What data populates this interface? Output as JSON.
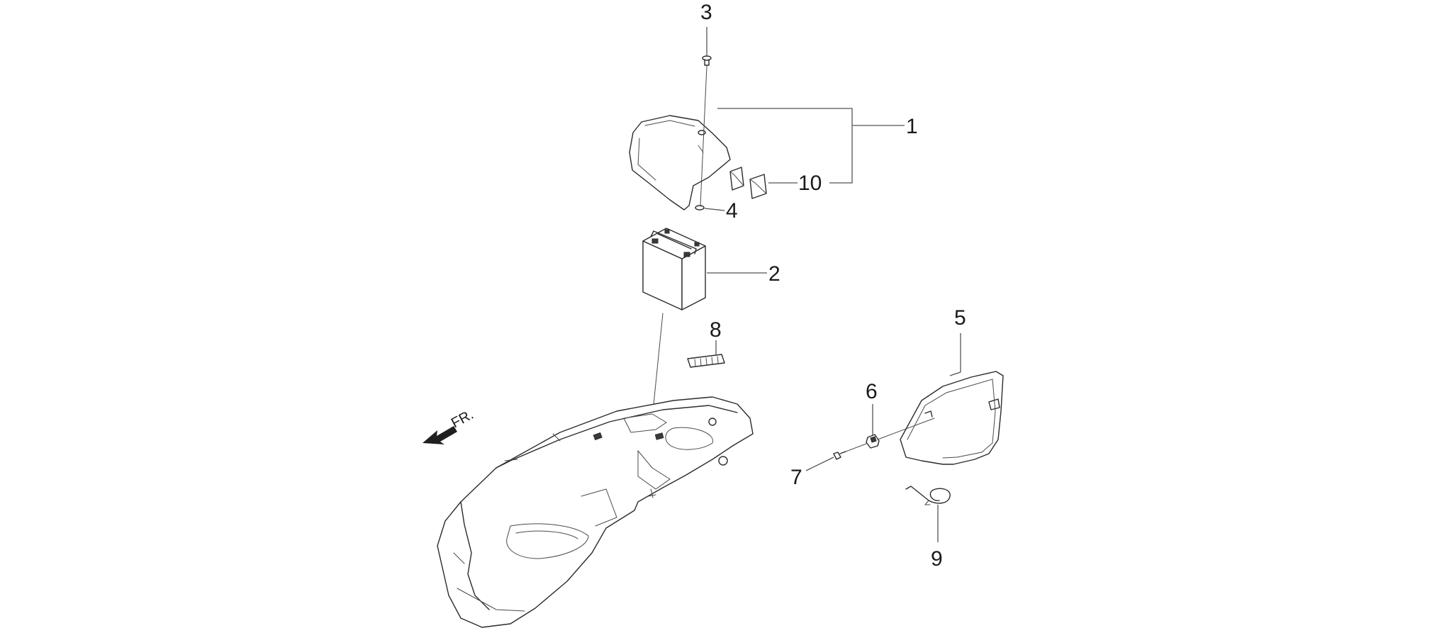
{
  "callouts": {
    "p1": "1",
    "p2": "2",
    "p3": "3",
    "p4": "4",
    "p5": "5",
    "p6": "6",
    "p7": "7",
    "p8": "8",
    "p9": "9",
    "p10": "10"
  },
  "direction": {
    "label": "FR.",
    "icon": "front-arrow-icon"
  }
}
